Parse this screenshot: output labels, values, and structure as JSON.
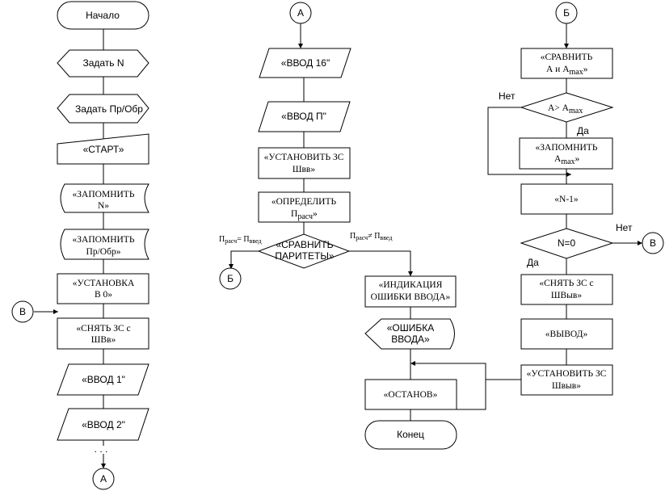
{
  "col1": {
    "start": "Начало",
    "set_n": "Задать N",
    "set_pr": "Задать Пр/Обр",
    "start_cmd": "«СТАРТ»",
    "save_n_1": "«ЗАПОМНИТЬ",
    "save_n_2": "N»",
    "save_pr_1": "«ЗАПОМНИТЬ",
    "save_pr_2": "Пр/Обр»",
    "reset_1": "«УСТАНОВКА",
    "reset_2": "В 0»",
    "clear_1": "«СНЯТЬ ЗС с",
    "clear_2": "ШВв»",
    "input1": "«ВВОД 1\"",
    "input2": "«ВВОД 2\"",
    "dots": ". . .",
    "conn_v": "В",
    "conn_a": "А"
  },
  "col2": {
    "conn_a": "А",
    "input16": "«ВВОД 16\"",
    "input_p": "«ВВОД П\"",
    "set_zs_1": "«УСТАНОВИТЬ ЗС",
    "set_zs_2": "Швв»",
    "define_1": "«ОПРЕДЕЛИТЬ",
    "define_2": "П",
    "define_sub": "расч",
    "define_3": "»",
    "compare_1": "«СРАВНИТЬ",
    "compare_2": "ПАРИТЕТЫ»",
    "eq_left": "П",
    "eq_sub1": "расч",
    "eq_mid": "= П",
    "eq_sub2": "введ",
    "ne_left": "П",
    "ne_sub1": "расч",
    "ne_mid": "≠ П",
    "ne_sub2": "введ",
    "conn_b": "Б",
    "indicate_1": "«ИНДИКАЦИЯ",
    "indicate_2": "ОШИБКИ ВВОДА»",
    "error_1": "«ОШИБКА",
    "error_2": "ВВОДА»",
    "stop": "«ОСТАНОВ»",
    "end": "Конец"
  },
  "col3": {
    "conn_b": "Б",
    "compare_1": "«СРАВНИТЬ",
    "compare_2": "А и А",
    "compare_sub": "max",
    "compare_3": "»",
    "cond": "А> А",
    "cond_sub": "max",
    "no1": "Нет",
    "yes1": "Да",
    "save_1": "«ЗАПОМНИТЬ",
    "save_2": "А",
    "save_sub": "max",
    "save_3": "»",
    "dec": "«N-1»",
    "cond2": "N=0",
    "no2": "Нет",
    "yes2": "Да",
    "conn_v": "В",
    "clear_1": "«СНЯТЬ ЗС с",
    "clear_2": "ШВыв»",
    "output": "«ВЫВОД»",
    "set_1": "«УСТАНОВИТЬ ЗС",
    "set_2": "Швыв»"
  }
}
